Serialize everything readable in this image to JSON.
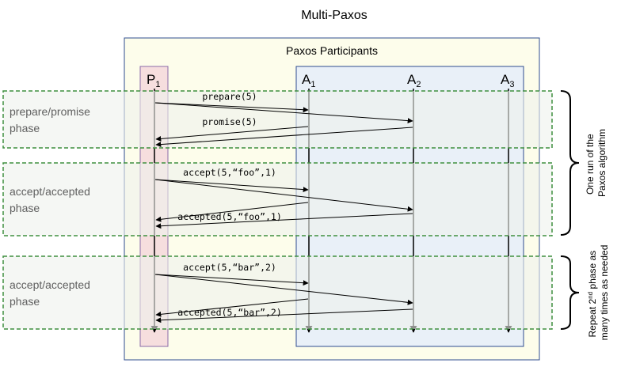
{
  "title": "Multi-Paxos",
  "participants_box_label": "Paxos Participants",
  "proposer": {
    "letter": "P",
    "sub": "1"
  },
  "acceptors": [
    {
      "letter": "A",
      "sub": "1"
    },
    {
      "letter": "A",
      "sub": "2"
    },
    {
      "letter": "A",
      "sub": "3"
    }
  ],
  "phases": [
    {
      "line1": "prepare/promise",
      "line2": "phase"
    },
    {
      "line1": "accept/accepted",
      "line2": "phase"
    },
    {
      "line1": "accept/accepted",
      "line2": "phase"
    }
  ],
  "messages": {
    "prepare": "prepare(5)",
    "promise": "promise(5)",
    "accept_foo": "accept(5,“foo”,1)",
    "accepted_foo": "accepted(5,“foo”,1)",
    "accept_bar": "accept(5,“bar”,2)",
    "accepted_bar": "accepted(5,“bar”,2)"
  },
  "brace_labels": {
    "one_run_line1": "One run of the",
    "one_run_line2": "Paxos algorithm",
    "repeat_line1_pre": "Repeat 2",
    "repeat_line1_sup": "nd",
    "repeat_line1_post": " phase as",
    "repeat_line2": "many times as needed"
  },
  "colors": {
    "participants_fill": "#fdfdeb",
    "acceptor_fill": "#e9f0f8",
    "proposer_fill": "#f6dede",
    "phase_border": "#3f8f3f",
    "phase_fill": "#eef2ec"
  }
}
